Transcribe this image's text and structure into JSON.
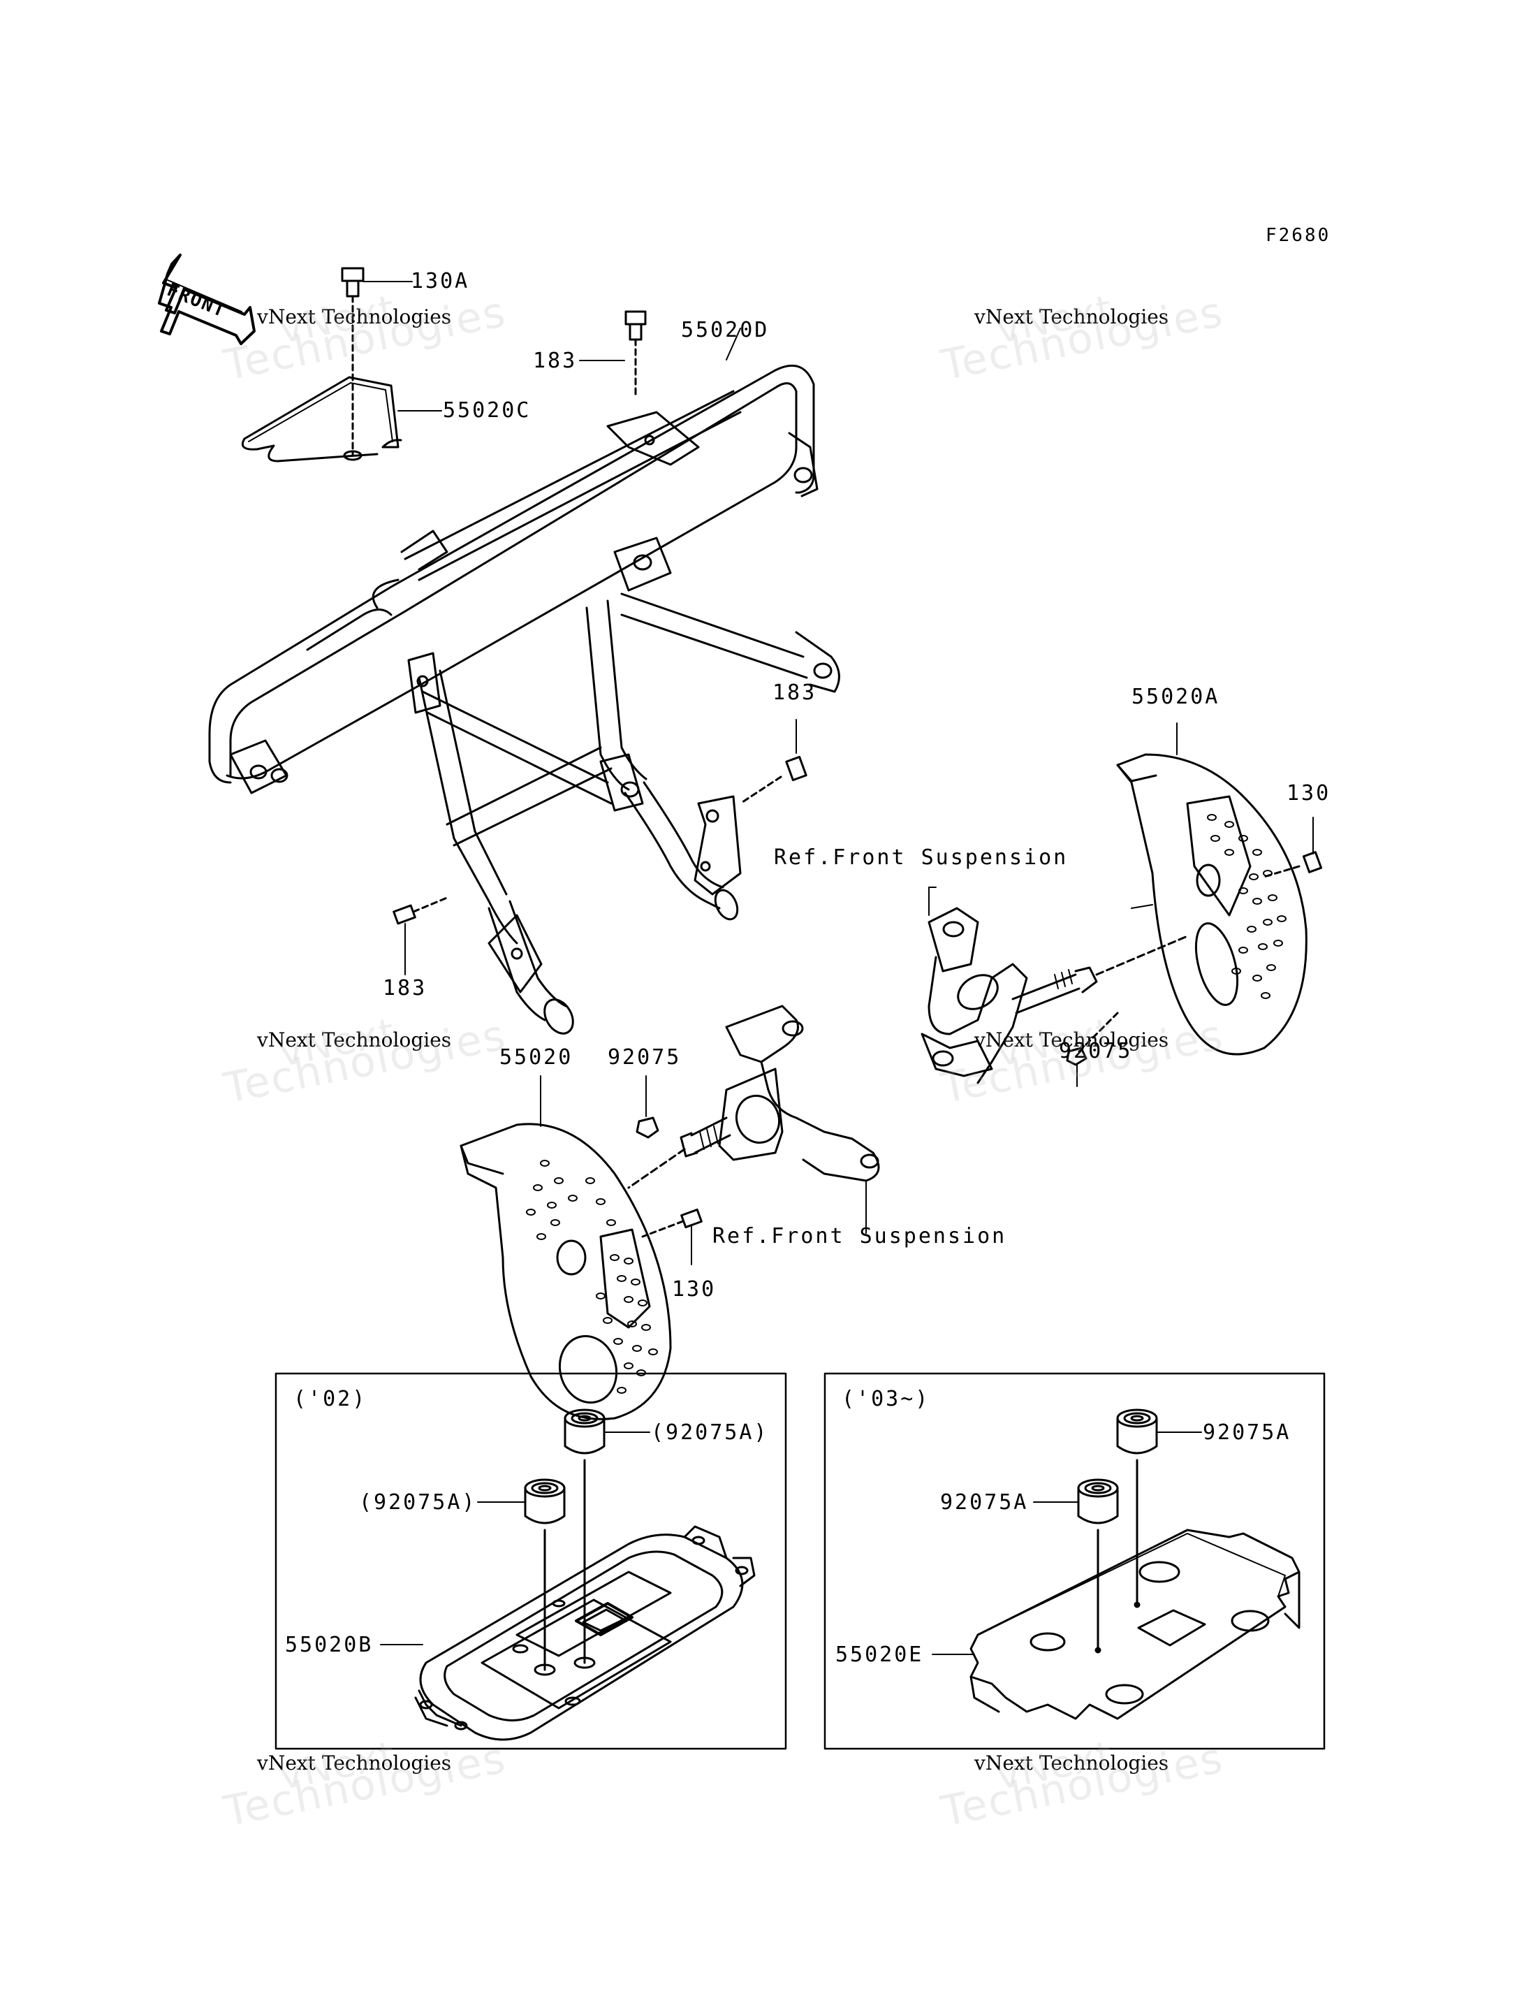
{
  "figure_code": "F2680",
  "front_arrow": "FRONT",
  "labels": {
    "p130A": "130A",
    "p183_top": "183",
    "p55020D": "55020D",
    "p55020C": "55020C",
    "p183_mid": "183",
    "p55020A": "55020A",
    "p130_right": "130",
    "ref_front_susp_1": "Ref.Front Suspension",
    "p183_bot": "183",
    "p55020": "55020",
    "p92075_left": "92075",
    "p92075_right": "92075",
    "ref_front_susp_2": "Ref.Front Suspension",
    "p130_bot": "130"
  },
  "inset_02": {
    "year": "('02)",
    "p92075A_top": "(92075A)",
    "p92075A_mid": "(92075A)",
    "p55020B": "55020B"
  },
  "inset_03": {
    "year": "('03~)",
    "p92075A_top": "92075A",
    "p92075A_mid": "92075A",
    "p55020E": "55020E"
  },
  "watermark": {
    "line1": "vNext",
    "line2": "vNext Technologies",
    "line3": "Technologies"
  }
}
